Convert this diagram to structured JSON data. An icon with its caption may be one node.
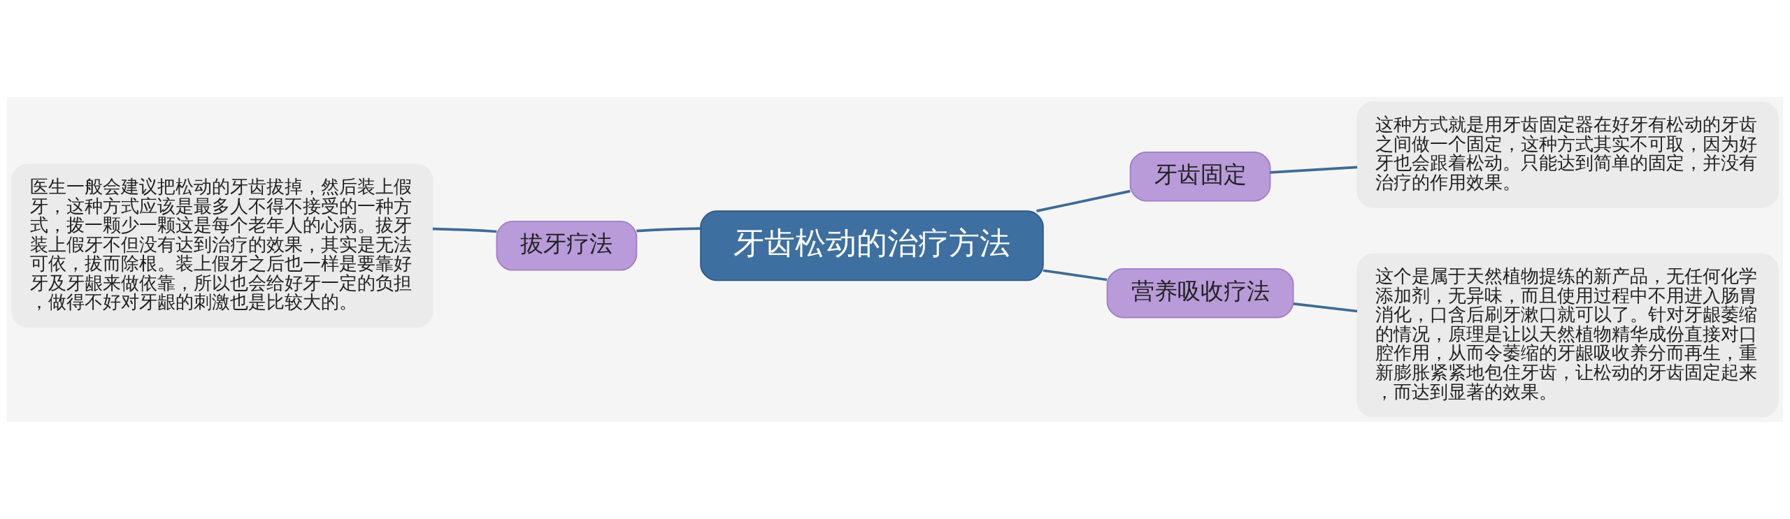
{
  "diagram": {
    "nodes": [
      {
        "text": [
          "牙齿松动的治疗方法"
        ]
      },
      {
        "text": [
          "拔牙疗法"
        ]
      },
      {
        "text": [
          "牙齿固定"
        ]
      },
      {
        "text": [
          "营养吸收疗法"
        ]
      },
      {
        "text": [
          "医生一般会建议把松动的牙齿拔掉，然后装上假牙，这种方式应该是最多人不得不接受的一种方式，拨一颗少一颗这是每个老年人的心病。拔牙装上假牙不但没有达到治疗的效果，其实是无法可依，拔而除根。装上假牙之后也一样是要靠好牙及牙龈来做依靠，所以也会给好牙一定的负担，做得不好对牙龈的刺激也是比较大的。"
        ]
      },
      {
        "text": [
          "这种方式就是用牙齿固定器在好牙有松动的牙齿之间做一个固定，这种方式其实不可取，因为好牙也会跟着松动。只能达到简单的固定，并没有治疗的作用效果。"
        ]
      },
      {
        "text": [
          "这个是属于天然植物提练的新产品，无任何化学添加剂，无异味，而且使用过程中不用进入肠胃消化，口含后刷牙漱口就可以了。针对牙龈萎缩的情况，原理是让以天然植物精华成份直接对口腔作用，从而令萎缩的牙龈吸收养分而再生，重新膨胀紧紧地包住牙齿，让松动的牙齿固定起来，而达到显著的效果。"
        ]
      }
    ],
    "edges": [
      {
        "from": 0,
        "to": 1,
        "arrow": "none"
      },
      {
        "from": 0,
        "to": 2,
        "arrow": "none"
      },
      {
        "from": 0,
        "to": 3,
        "arrow": "none"
      },
      {
        "from": 1,
        "to": 4,
        "arrow": "none"
      },
      {
        "from": 2,
        "to": 5,
        "arrow": "none"
      },
      {
        "from": 3,
        "to": 6,
        "arrow": "none"
      }
    ]
  }
}
